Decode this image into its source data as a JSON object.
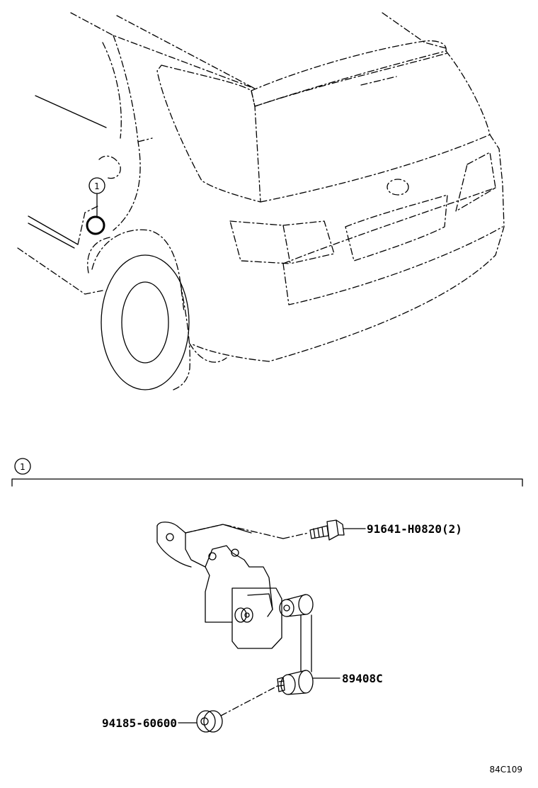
{
  "callout": {
    "number": "1"
  },
  "section": {
    "number": "1"
  },
  "parts": [
    {
      "id": "bolt",
      "part_number": "91641-H0820(2)"
    },
    {
      "id": "sensor",
      "part_number": "89408C"
    },
    {
      "id": "nut",
      "part_number": "94185-60600"
    }
  ],
  "illustration_ref": "84C109"
}
